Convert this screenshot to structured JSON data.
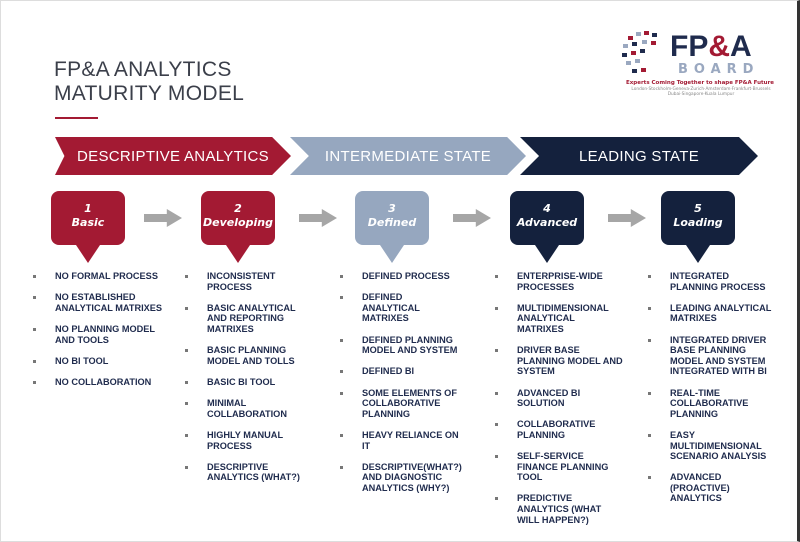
{
  "title": {
    "line1": "FP&A ANALYTICS",
    "line2": "MATURITY MODEL"
  },
  "logo": {
    "brand_main": "FP",
    "brand_amp": "&",
    "brand_end": "A",
    "brand_sub": "BOARD",
    "tagline": "Experts Coming Together to shape FP&A Future",
    "cities": "London·Stockholm·Geneva·Zurich·Amsterdam·Frankfurt·Brussels Dubai·Singapore·Kuala Lumpur"
  },
  "colors": {
    "red": "#a31a33",
    "grey": "#96a7bf",
    "navy": "#14213d"
  },
  "banners": [
    "DESCRIPTIVE ANALYTICS",
    "INTERMEDIATE STATE",
    "LEADING STATE"
  ],
  "stages": [
    {
      "num": "1",
      "name": "Basic",
      "items": [
        "NO FORMAL PROCESS",
        "NO ESTABLISHED ANALYTICAL MATRIXES",
        "NO PLANNING MODEL AND TOOLS",
        "NO BI TOOL",
        "NO COLLABORATION"
      ]
    },
    {
      "num": "2",
      "name": "Developing",
      "items": [
        "INCONSISTENT PROCESS",
        "BASIC ANALYTICAL AND REPORTING MATRIXES",
        "BASIC PLANNING MODEL AND TOLLS",
        "BASIC BI TOOL",
        "MINIMAL COLLABORATION",
        "HIGHLY MANUAL PROCESS",
        "DESCRIPTIVE ANALYTICS  (WHAT?)"
      ]
    },
    {
      "num": "3",
      "name": "Defined",
      "items": [
        "DEFINED  PROCESS",
        "DEFINED ANALYTICAL MATRIXES",
        "DEFINED PLANNING MODEL AND SYSTEM",
        "DEFINED  BI",
        "SOME ELEMENTS OF COLLABORATIVE PLANNING",
        "HEAVY RELIANCE ON IT",
        "DESCRIPTIVE(WHAT?) AND DIAGNOSTIC ANALYTICS (WHY?)"
      ]
    },
    {
      "num": "4",
      "name": "Advanced",
      "items": [
        "ENTERPRISE-WIDE PROCESSES",
        "MULTIDIMENSIONAL ANALYTICAL MATRIXES",
        "DRIVER BASE PLANNING MODEL AND SYSTEM",
        "ADVANCED  BI SOLUTION",
        "COLLABORATIVE PLANNING",
        "SELF-SERVICE FINANCE PLANNING TOOL",
        "PREDICTIVE ANALYTICS (WHAT WILL HAPPEN?)"
      ]
    },
    {
      "num": "5",
      "name": "Loading",
      "items": [
        "INTEGRATED PLANNING PROCESS",
        "LEADING ANALYTICAL MATRIXES",
        "INTEGRATED DRIVER BASE PLANNING MODEL AND SYSTEM INTEGRATED WITH BI",
        "REAL-TIME COLLABORATIVE PLANNING",
        "EASY MULTIDIMENSIONAL SCENARIO ANALYSIS",
        "ADVANCED (PROACTIVE) ANALYTICS"
      ]
    }
  ]
}
